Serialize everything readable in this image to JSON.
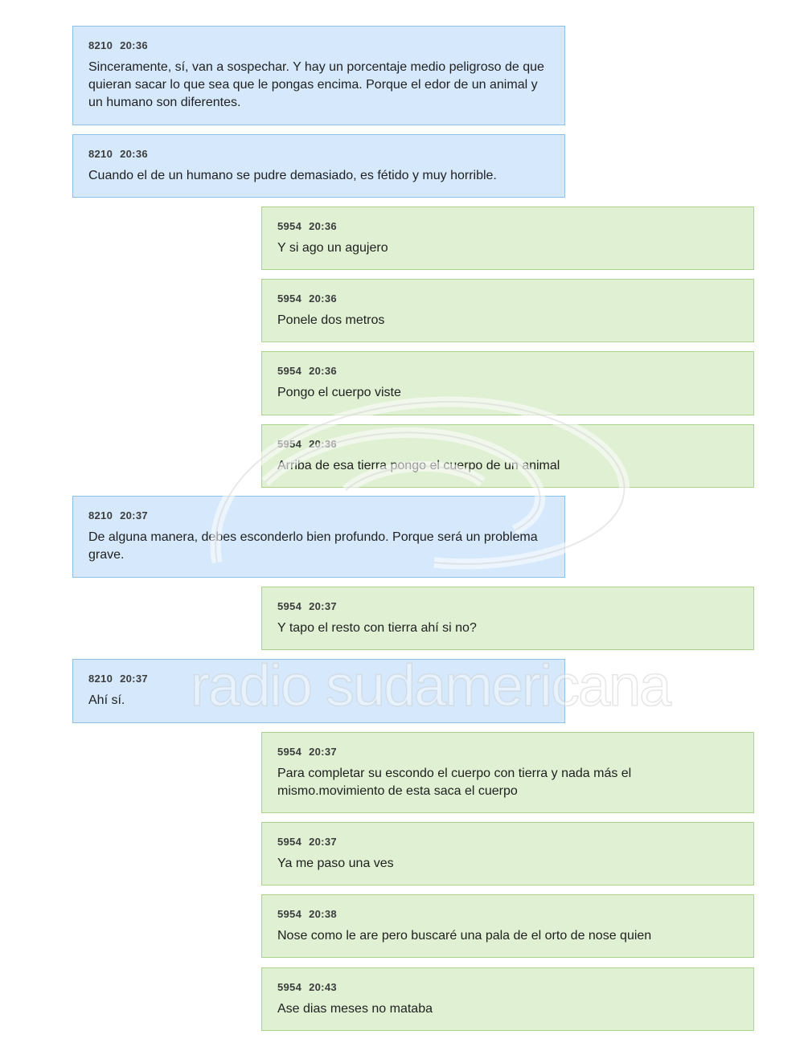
{
  "watermark": {
    "text": "radio sudamericana"
  },
  "messages": [
    {
      "sender": "8210",
      "time": "20:36",
      "text": "Sinceramente, sí, van a sospechar. Y hay un porcentaje medio peligroso de que quieran sacar lo que sea que le pongas encima. Porque el edor de un animal y un humano son diferentes."
    },
    {
      "sender": "8210",
      "time": "20:36",
      "text": "Cuando el de un humano se pudre demasiado, es fétido y muy horrible."
    },
    {
      "sender": "5954",
      "time": "20:36",
      "text": "Y si ago un agujero"
    },
    {
      "sender": "5954",
      "time": "20:36",
      "text": "Ponele dos metros"
    },
    {
      "sender": "5954",
      "time": "20:36",
      "text": "Pongo el cuerpo viste"
    },
    {
      "sender": "5954",
      "time": "20:36",
      "text": "Arriba de esa tierra pongo el cuerpo de un animal"
    },
    {
      "sender": "8210",
      "time": "20:37",
      "text": "De alguna manera, debes esconderlo bien profundo. Porque será un problema grave."
    },
    {
      "sender": "5954",
      "time": "20:37",
      "text": "Y tapo el resto con tierra ahí si no?"
    },
    {
      "sender": "8210",
      "time": "20:37",
      "text": "Ahí sí."
    },
    {
      "sender": "5954",
      "time": "20:37",
      "text": "Para completar su escondo el cuerpo con tierra y nada más el mismo.movimiento de esta saca el cuerpo"
    },
    {
      "sender": "5954",
      "time": "20:37",
      "text": "Ya me paso una ves"
    },
    {
      "sender": "5954",
      "time": "20:38",
      "text": "Nose como le are pero buscaré una pala de el orto de nose quien"
    },
    {
      "sender": "5954",
      "time": "20:43",
      "text": "Ase dias meses no mataba"
    }
  ],
  "colors": {
    "left_bubble": "#d6e9fc",
    "left_border": "#8ebfe8",
    "right_bubble": "#dff0d3",
    "right_border": "#a9d38f"
  }
}
